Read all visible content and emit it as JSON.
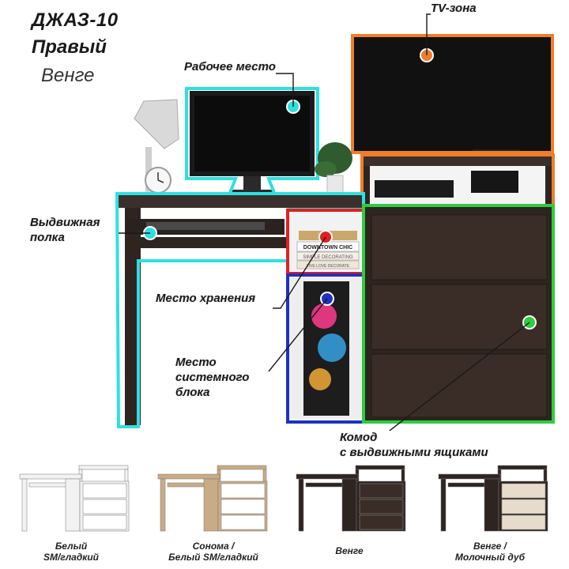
{
  "title": {
    "model": "ДЖАЗ-10",
    "side": "Правый",
    "color": "Венге"
  },
  "labels": {
    "tv_zone": "TV-зона",
    "workplace": "Рабочее место",
    "shelf_line1": "Выдвижная",
    "shelf_line2": "полка",
    "storage": "Место хранения",
    "sysunit_line1": "Место",
    "sysunit_line2": "системного",
    "sysunit_line3": "блока",
    "dresser_line1": "Комод",
    "dresser_line2": "с  выдвижными ящиками"
  },
  "book_spines": [
    "DOWNTOWN CHIC",
    "SIMPLE DECORATING",
    "LIVE LOVE DECORATE"
  ],
  "zone_colors": {
    "tv": "#f07d2c",
    "workplace": "#2fe0e0",
    "storage": "#e02020",
    "sysunit": "#2030c0",
    "dresser": "#2ecc40"
  },
  "variants": [
    {
      "line1": "Белый",
      "line2": "SM/гладкий",
      "body": "#f2f2f2",
      "fronts": "#ffffff"
    },
    {
      "line1": "Сонома /",
      "line2": "Белый SM/гладкий",
      "body": "#c9ab86",
      "fronts": "#ffffff"
    },
    {
      "line1": "Венге",
      "line2": "",
      "body": "#2e2420",
      "fronts": "#3a2d28"
    },
    {
      "line1": "Венге /",
      "line2": "Молочный дуб",
      "body": "#2e2420",
      "fronts": "#e7dccb"
    }
  ]
}
